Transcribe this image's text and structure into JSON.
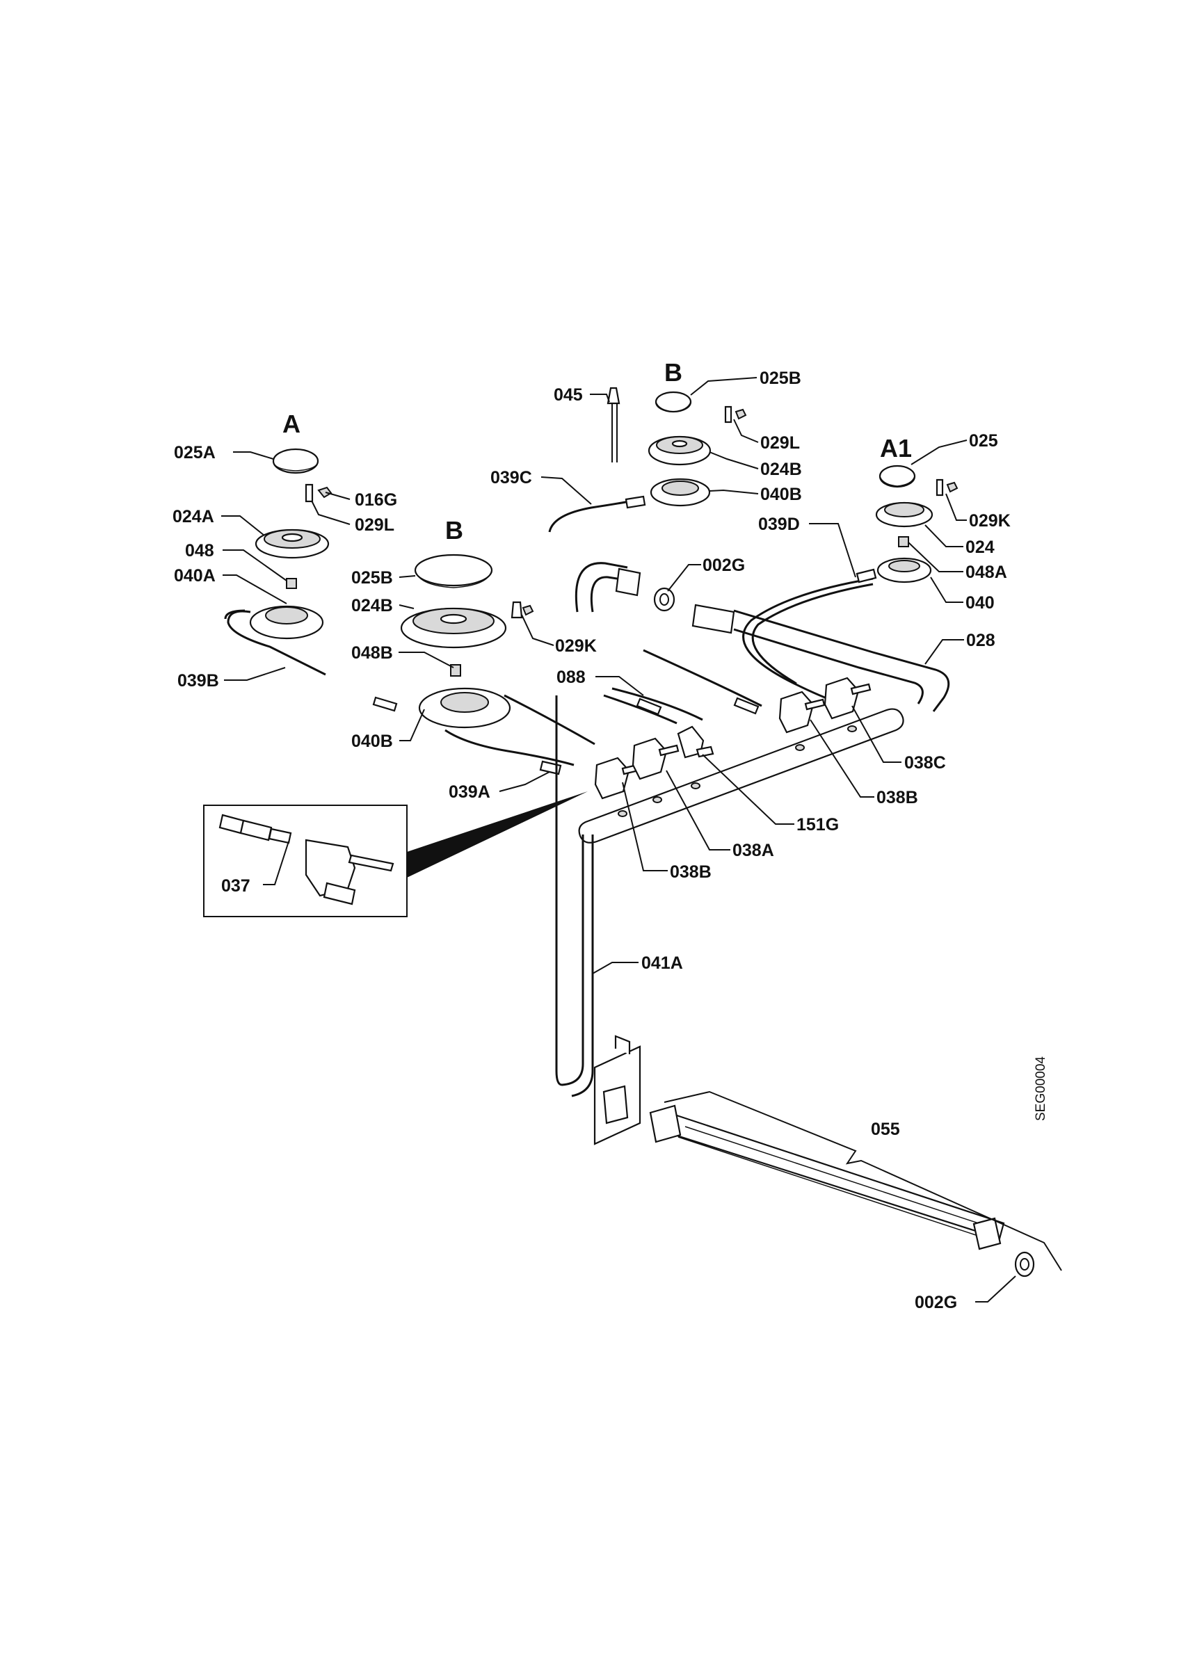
{
  "groups": {
    "A": "A",
    "B_left": "B",
    "B_top": "B",
    "A1": "A1"
  },
  "labels": {
    "l045": "045",
    "l025B_top": "025B",
    "l029L_top": "029L",
    "l024B_top": "024B",
    "l039C": "039C",
    "l040B_top": "040B",
    "l025A": "025A",
    "l016G": "016G",
    "l024A": "024A",
    "l029L_left": "029L",
    "l048": "048",
    "l040A": "040A",
    "l039B": "039B",
    "l025B_mid": "025B",
    "l024B_mid": "024B",
    "l029K_mid": "029K",
    "l048B": "048B",
    "l088": "088",
    "l040B_mid": "040B",
    "l039A": "039A",
    "l002G_top": "002G",
    "l039D": "039D",
    "l025": "025",
    "l029K_right": "029K",
    "l024": "024",
    "l048A": "048A",
    "l040": "040",
    "l028": "028",
    "l038C": "038C",
    "l038B_right": "038B",
    "l151G": "151G",
    "l038A": "038A",
    "l038B_low": "038B",
    "l037": "037",
    "l041A": "041A",
    "l055": "055",
    "l002G_bottom": "002G"
  },
  "drawing_code": "SEG00004"
}
